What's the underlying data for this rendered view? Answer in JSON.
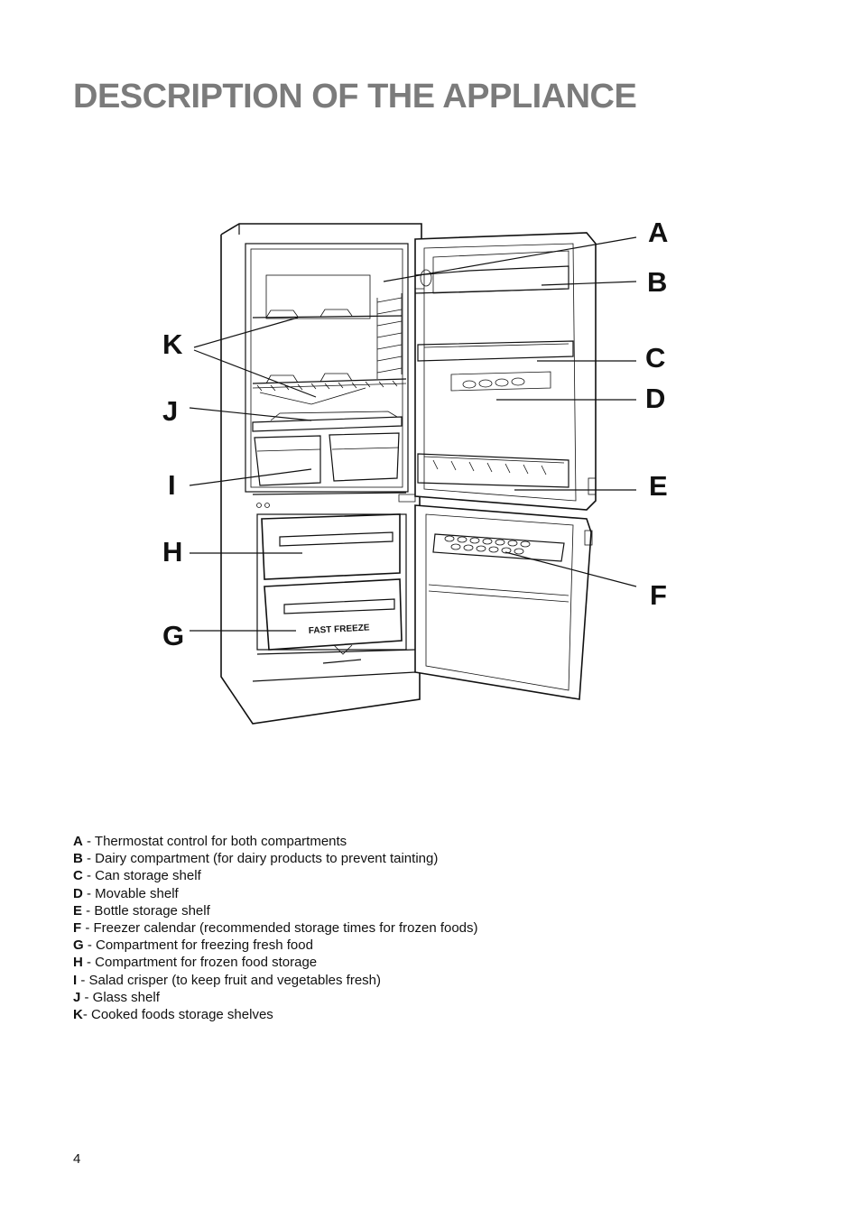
{
  "page": {
    "title": "DESCRIPTION OF THE APPLIANCE",
    "page_number": "4"
  },
  "diagram": {
    "callouts": {
      "A": "A",
      "B": "B",
      "C": "C",
      "D": "D",
      "E": "E",
      "F": "F",
      "G": "G",
      "H": "H",
      "I": "I",
      "J": "J",
      "K": "K"
    },
    "drawer_label": "FAST FREEZE"
  },
  "legend": [
    {
      "letter": "A",
      "text": " - Thermostat control for both compartments"
    },
    {
      "letter": "B",
      "text": " - Dairy compartment (for dairy products to prevent tainting)"
    },
    {
      "letter": "C",
      "text": " - Can storage shelf"
    },
    {
      "letter": "D",
      "text": " - Movable shelf"
    },
    {
      "letter": "E",
      "text": " - Bottle storage shelf"
    },
    {
      "letter": "F",
      "text": " - Freezer calendar (recommended storage times for frozen foods)"
    },
    {
      "letter": "G",
      "text": " - Compartment for freezing fresh food"
    },
    {
      "letter": "H",
      "text": " - Compartment for frozen food storage"
    },
    {
      "letter": "I",
      "text": "  - Salad crisper (to keep fruit and vegetables fresh)"
    },
    {
      "letter": "J",
      "text": " - Glass shelf"
    },
    {
      "letter": "K",
      "text": "- Cooked foods storage shelves"
    }
  ]
}
